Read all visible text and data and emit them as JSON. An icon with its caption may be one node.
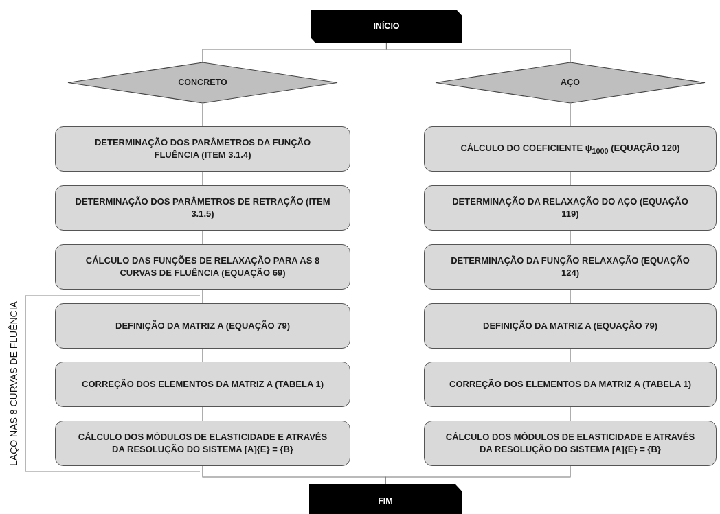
{
  "diagram": {
    "nodes": [
      {
        "text": [
          "INÍCIO"
        ]
      },
      {
        "text": [
          "CONCRETO"
        ]
      },
      {
        "text": [
          "AÇO"
        ]
      },
      {
        "text": [
          "DETERMINAÇÃO DOS PARÂMETROS DA FUNÇÃO FLUÊNCIA (ITEM 3.1.4)"
        ]
      },
      {
        "text": [
          "DETERMINAÇÃO DOS PARÂMETROS DE RETRAÇÃO (ITEM 3.1.5)"
        ]
      },
      {
        "text": [
          "CÁLCULO DAS FUNÇÕES DE RELAXAÇÃO PARA AS 8 CURVAS DE FLUÊNCIA (EQUAÇÃO 69)"
        ]
      },
      {
        "text": [
          "DEFINIÇÃO DA MATRIZ A (EQUAÇÃO 79)"
        ]
      },
      {
        "text": [
          "CORREÇÃO DOS ELEMENTOS DA MATRIZ A (TABELA 1)"
        ]
      },
      {
        "text": [
          "CÁLCULO DOS MÓDULOS DE ELASTICIDADE E ATRAVÉS DA RESOLUÇÃO DO SISTEMA [A]{E} = {B}"
        ]
      },
      {
        "text": [
          "CÁLCULO DO COEFICIENTE ψ$_{1000}$ (EQUAÇÃO 120)"
        ]
      },
      {
        "text": [
          "DETERMINAÇÃO DA RELAXAÇÃO DO AÇO (EQUAÇÃO 119)"
        ]
      },
      {
        "text": [
          "DETERMINAÇÃO DA FUNÇÃO RELAXAÇÃO (EQUAÇÃO 124)"
        ]
      },
      {
        "text": [
          "DEFINIÇÃO DA MATRIZ A (EQUAÇÃO 79)"
        ]
      },
      {
        "text": [
          "CORREÇÃO DOS ELEMENTOS DA MATRIZ A (TABELA 1)"
        ]
      },
      {
        "text": [
          "CÁLCULO DOS MÓDULOS DE ELASTICIDADE E ATRAVÉS DA RESOLUÇÃO DO SISTEMA [A]{E} = {B}"
        ]
      },
      {
        "text": [
          "FIM"
        ]
      }
    ],
    "edges": [
      {
        "from": 0,
        "to": 1,
        "arrow": "none"
      },
      {
        "from": 0,
        "to": 2,
        "arrow": "none"
      },
      {
        "from": 1,
        "to": 3,
        "arrow": "none"
      },
      {
        "from": 3,
        "to": 4,
        "arrow": "none"
      },
      {
        "from": 4,
        "to": 5,
        "arrow": "none"
      },
      {
        "from": 5,
        "to": 6,
        "arrow": "none"
      },
      {
        "from": 6,
        "to": 7,
        "arrow": "none"
      },
      {
        "from": 7,
        "to": 8,
        "arrow": "none"
      },
      {
        "from": 2,
        "to": 9,
        "arrow": "none"
      },
      {
        "from": 9,
        "to": 10,
        "arrow": "none"
      },
      {
        "from": 10,
        "to": 11,
        "arrow": "none"
      },
      {
        "from": 11,
        "to": 12,
        "arrow": "none"
      },
      {
        "from": 12,
        "to": 13,
        "arrow": "none"
      },
      {
        "from": 13,
        "to": 14,
        "arrow": "none"
      },
      {
        "from": 8,
        "to": 15,
        "arrow": "none"
      },
      {
        "from": 14,
        "to": 15,
        "arrow": "none"
      }
    ],
    "labels": [
      "LAÇO NAS 8 CURVAS DE FLUÊNCIA"
    ]
  }
}
